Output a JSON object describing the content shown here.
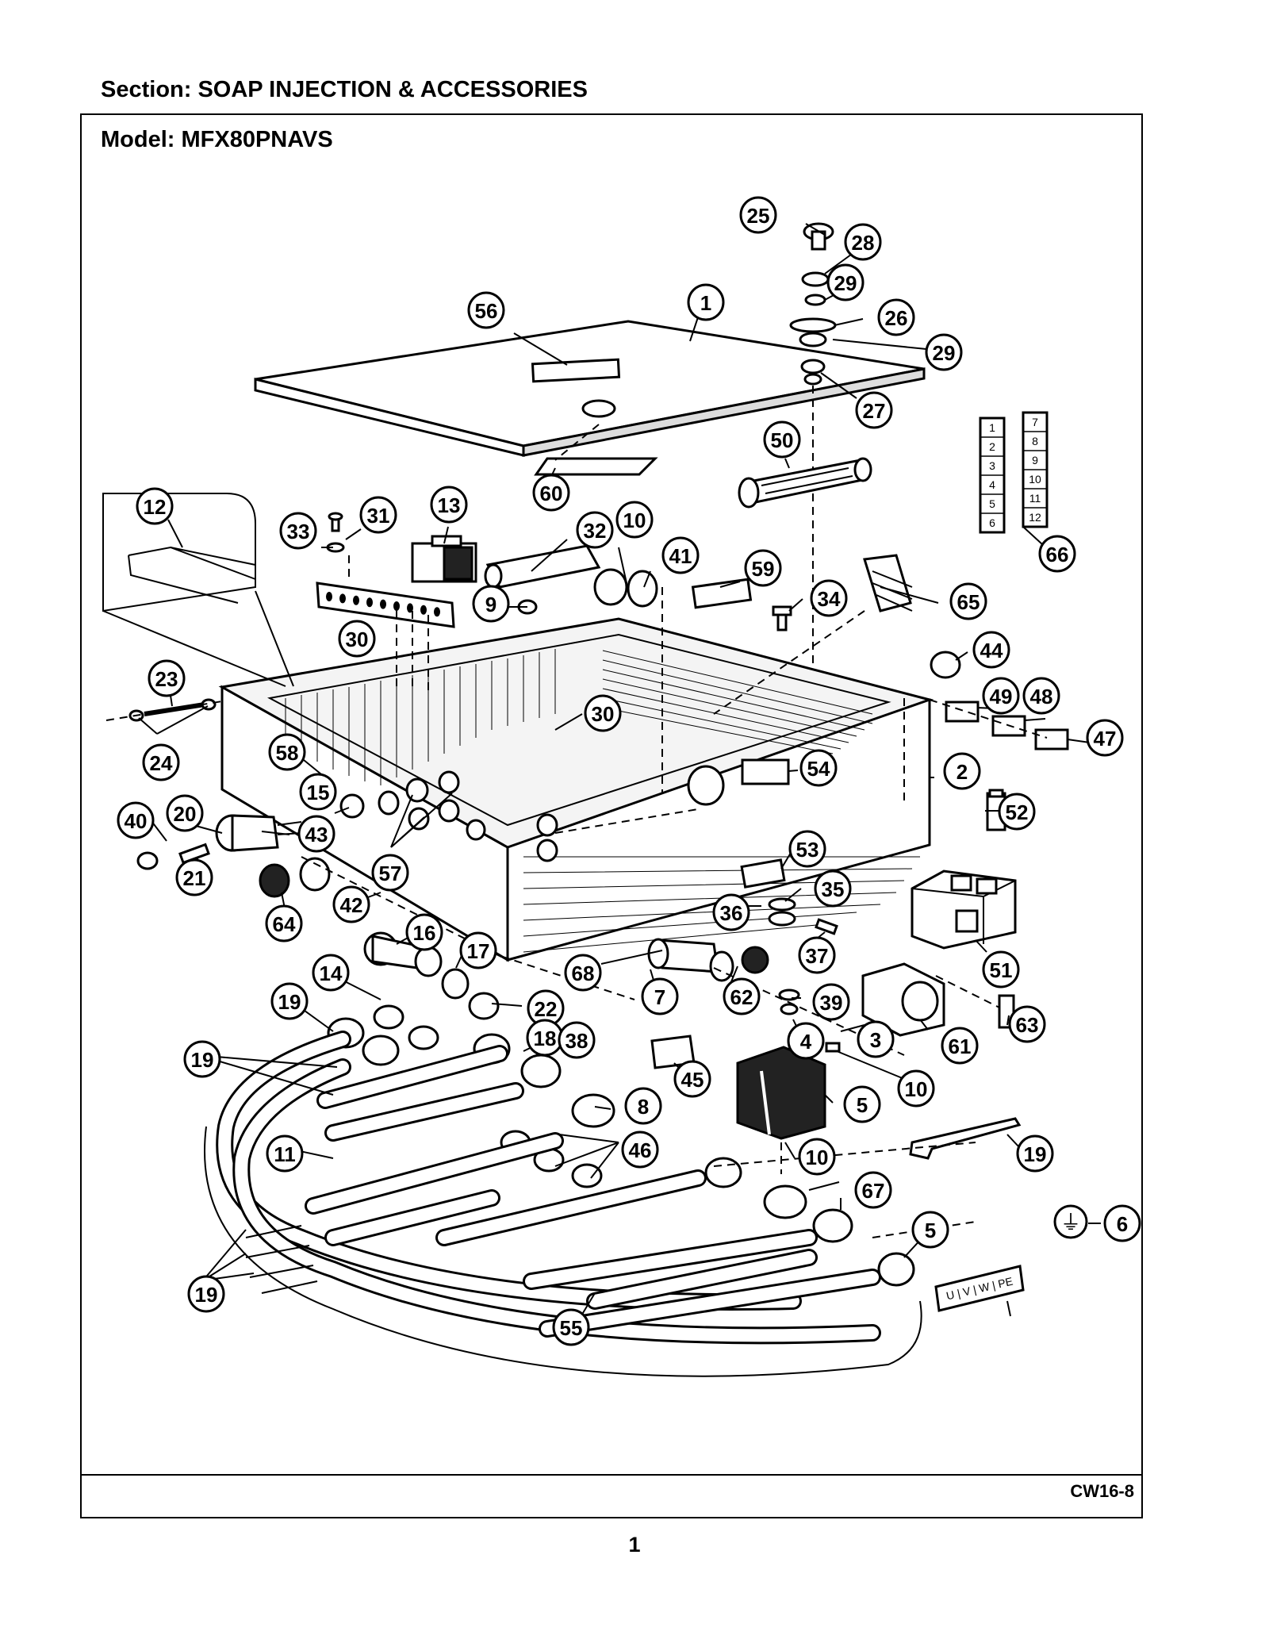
{
  "section_title": "Section:  SOAP INJECTION & ACCESSORIES",
  "model_title": "Model:  MFX80PNAVS",
  "diagram_code": "CW16-8",
  "page_number": "1",
  "terminal_labels_left": [
    "1",
    "2",
    "3",
    "4",
    "5",
    "6"
  ],
  "terminal_labels_right": [
    "7",
    "8",
    "9",
    "10",
    "11",
    "12"
  ],
  "terminal_strip_55": "U | V | W | PE",
  "ground_symbol": "⏚",
  "callouts": [
    "25",
    "28",
    "29",
    "26",
    "29",
    "27",
    "56",
    "1",
    "50",
    "66",
    "60",
    "12",
    "31",
    "13",
    "33",
    "32",
    "10",
    "41",
    "59",
    "34",
    "65",
    "9",
    "30",
    "44",
    "23",
    "49",
    "48",
    "47",
    "24",
    "30",
    "58",
    "54",
    "2",
    "52",
    "15",
    "40",
    "20",
    "43",
    "57",
    "53",
    "21",
    "64",
    "42",
    "36",
    "35",
    "16",
    "37",
    "17",
    "14",
    "68",
    "51",
    "7",
    "62",
    "39",
    "19",
    "22",
    "63",
    "18",
    "19",
    "38",
    "4",
    "3",
    "61",
    "45",
    "10",
    "8",
    "5",
    "11",
    "46",
    "19",
    "10",
    "67",
    "6",
    "19",
    "5",
    "55"
  ]
}
